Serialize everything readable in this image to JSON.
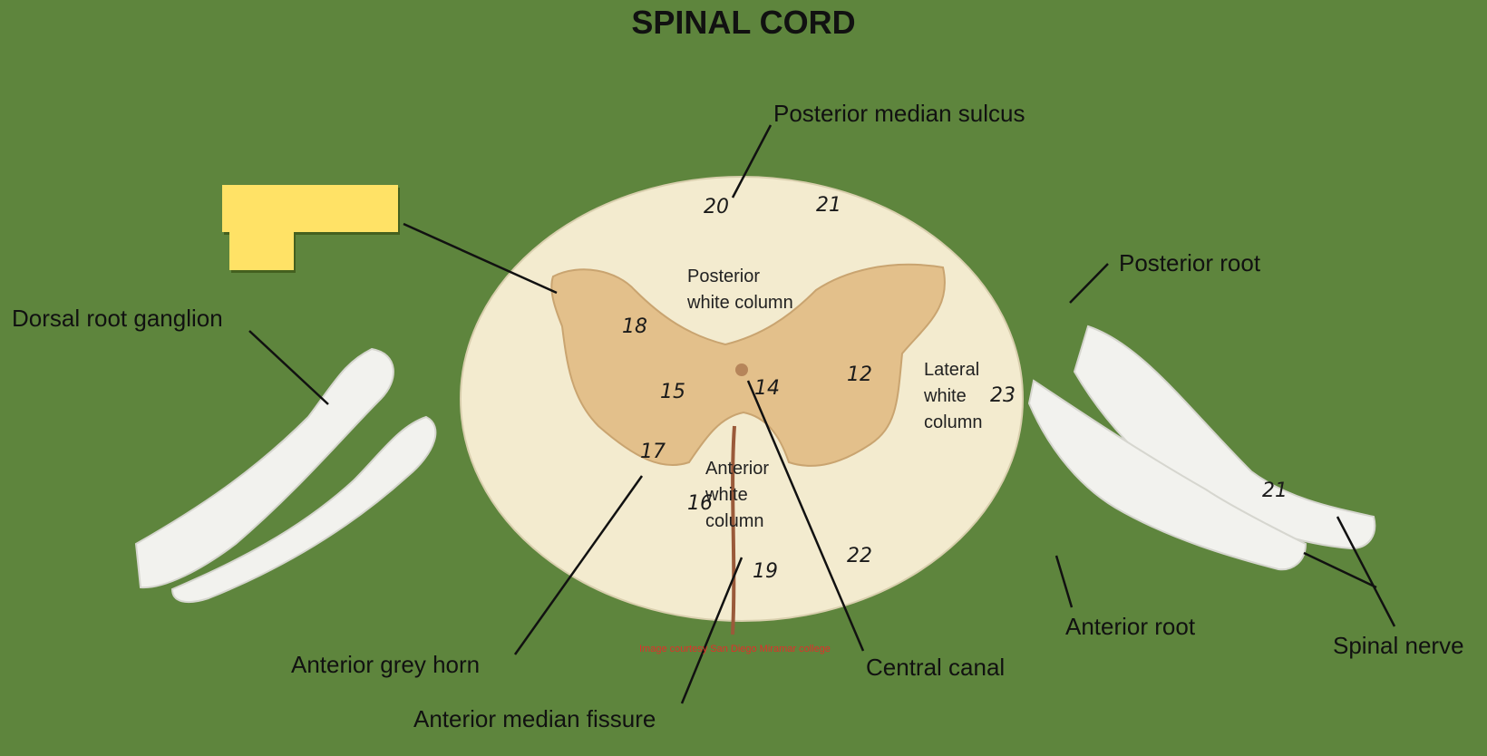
{
  "title": "SPINAL CORD",
  "labels": {
    "posterior_median_sulcus": "Posterior median sulcus",
    "posterior_root": "Posterior root",
    "dorsal_root_ganglion": "Dorsal root ganglion",
    "anterior_root": "Anterior root",
    "spinal_nerve": "Spinal nerve",
    "anterior_grey_horn": "Anterior grey  horn",
    "central_canal": "Central canal",
    "anterior_median_fissure": "Anterior median fissure"
  },
  "inner_labels": {
    "posterior_white_column": [
      "Posterior",
      "white column"
    ],
    "lateral_white_column": [
      "Lateral",
      "white",
      "column"
    ],
    "anterior_white_column": [
      "Anterior",
      "white",
      "column"
    ]
  },
  "numbers": [
    "20",
    "21",
    "18",
    "15",
    "14",
    "12",
    "23",
    "17",
    "16",
    "22",
    "19",
    "21"
  ],
  "credit": "Image courtesy San Diego Miramar college",
  "colors": {
    "background": "#5e853d",
    "white_matter": "#f3ebcf",
    "grey_matter": "#e3c08b",
    "nerve": "#f2f2ee",
    "sticky_note": "#ffe266",
    "credit": "#e0302a"
  }
}
